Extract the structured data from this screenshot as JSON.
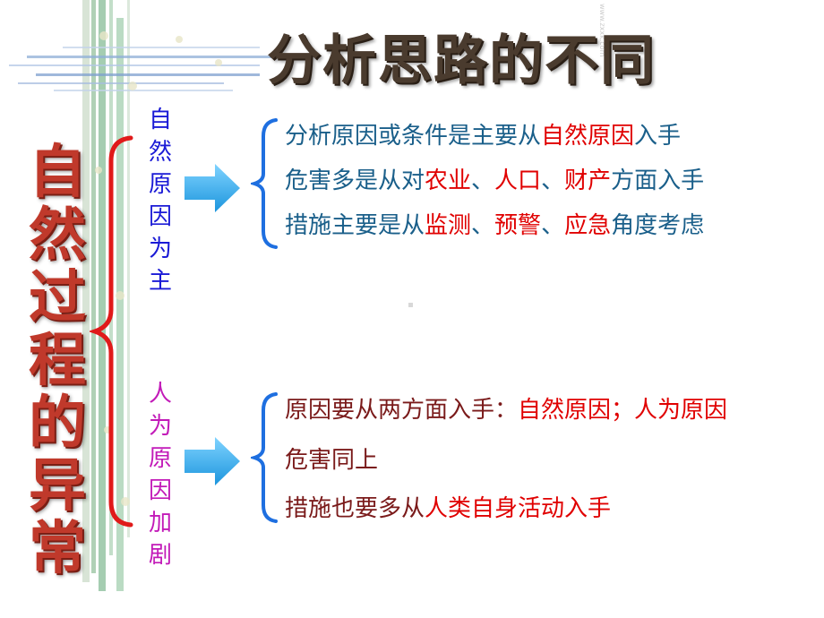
{
  "title": "分析思路的不同",
  "watermark": "www.zxxk.com",
  "main_label": [
    "自",
    "然",
    "过",
    "程",
    "的",
    "异",
    "常"
  ],
  "natural": {
    "label": [
      "自",
      "然",
      "原",
      "因",
      "为",
      "主"
    ],
    "lines": [
      [
        {
          "t": "分析原因或条件是主要从",
          "red": false
        },
        {
          "t": "自然原因",
          "red": true
        },
        {
          "t": "入手",
          "red": false
        }
      ],
      [
        {
          "t": "危害多是从对",
          "red": false
        },
        {
          "t": "农业",
          "red": true
        },
        {
          "t": "、",
          "red": false
        },
        {
          "t": "人口",
          "red": true
        },
        {
          "t": "、",
          "red": false
        },
        {
          "t": "财产",
          "red": true
        },
        {
          "t": "方面入手",
          "red": false
        }
      ],
      [
        {
          "t": "措施主要是从",
          "red": false
        },
        {
          "t": "监测",
          "red": true
        },
        {
          "t": "、",
          "red": false
        },
        {
          "t": "预警",
          "red": true
        },
        {
          "t": "、",
          "red": false
        },
        {
          "t": "应急",
          "red": true
        },
        {
          "t": "角度考虑",
          "red": false
        }
      ]
    ]
  },
  "human": {
    "label": [
      "人",
      "为",
      "原",
      "因",
      "加",
      "剧"
    ],
    "lines": [
      [
        {
          "t": "原因要从两方面入手：",
          "red": false
        },
        {
          "t": "自然原因；人为原因",
          "red": true
        }
      ],
      [
        {
          "t": "危害同上",
          "red": false
        }
      ],
      [
        {
          "t": "措施也要多从",
          "red": false
        },
        {
          "t": "人类自身活动入手",
          "red": true
        }
      ]
    ]
  },
  "colors": {
    "natural_label": "#1a1ad6",
    "human_label": "#c21ab8",
    "natural_text": "#1a5f8a",
    "human_text": "#7a1a1a",
    "highlight": "#e00000",
    "main_label": "#c0392b",
    "arrow": "#29a8e8",
    "brace_blue": "#1e6fe0",
    "brace_red": "#e01a1a"
  }
}
